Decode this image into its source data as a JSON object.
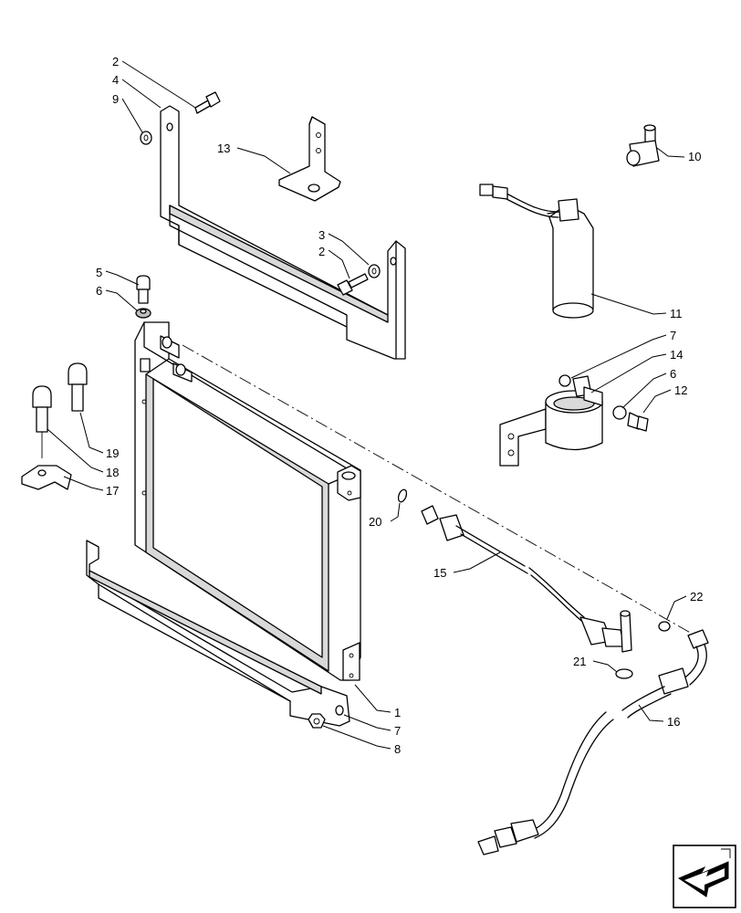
{
  "callouts": [
    {
      "id": "c2a",
      "label": "2"
    },
    {
      "id": "c4",
      "label": "4"
    },
    {
      "id": "c9",
      "label": "9"
    },
    {
      "id": "c13",
      "label": "13"
    },
    {
      "id": "c3",
      "label": "3"
    },
    {
      "id": "c2b",
      "label": "2"
    },
    {
      "id": "c5",
      "label": "5"
    },
    {
      "id": "c6a",
      "label": "6"
    },
    {
      "id": "c10",
      "label": "10"
    },
    {
      "id": "c11",
      "label": "11"
    },
    {
      "id": "c7a",
      "label": "7"
    },
    {
      "id": "c14",
      "label": "14"
    },
    {
      "id": "c6b",
      "label": "6"
    },
    {
      "id": "c12",
      "label": "12"
    },
    {
      "id": "c19",
      "label": "19"
    },
    {
      "id": "c18",
      "label": "18"
    },
    {
      "id": "c17",
      "label": "17"
    },
    {
      "id": "c20",
      "label": "20"
    },
    {
      "id": "c15",
      "label": "15"
    },
    {
      "id": "c22",
      "label": "22"
    },
    {
      "id": "c21",
      "label": "21"
    },
    {
      "id": "c1",
      "label": "1"
    },
    {
      "id": "c7b",
      "label": "7"
    },
    {
      "id": "c8",
      "label": "8"
    },
    {
      "id": "c16",
      "label": "16"
    }
  ],
  "nav_icon": "arrow-back-icon",
  "colors": {
    "line": "#000000",
    "fill": "#ffffff",
    "shade": "#d9d9d9"
  }
}
